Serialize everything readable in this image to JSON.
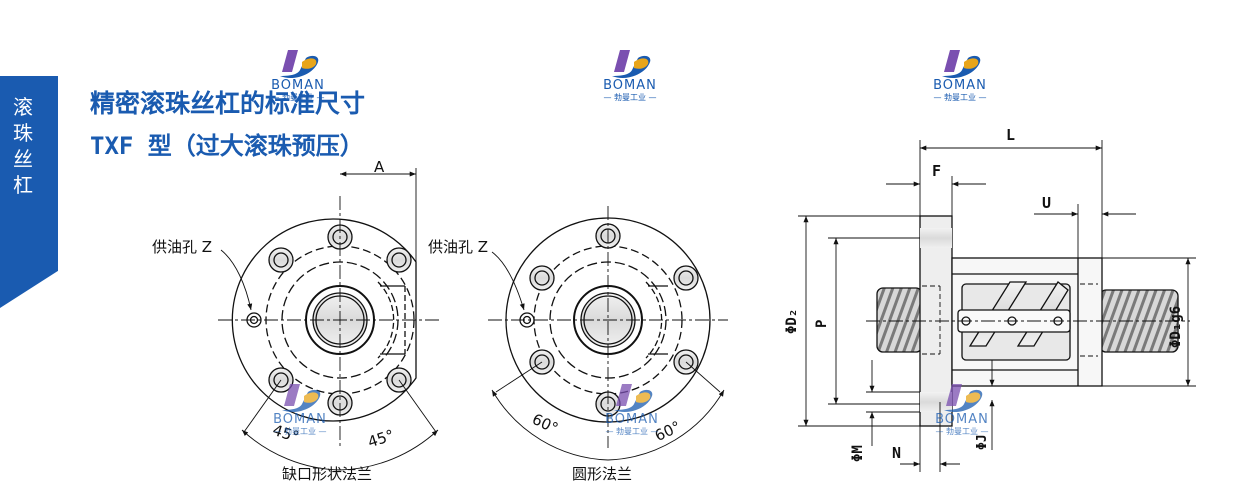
{
  "side_tab": {
    "chars": [
      "滚",
      "珠",
      "丝",
      "杠"
    ]
  },
  "title": {
    "line1": "精密滚珠丝杠的标准尺寸",
    "line2": "TXF 型（过大滚珠预压）"
  },
  "logo": {
    "text": "BOMAN",
    "sub": "— 勃曼工业 —"
  },
  "colors": {
    "brand_blue": "#1a5bb0",
    "logo_purple": "#7a4fb0",
    "logo_gold": "#e8a51a"
  },
  "drawing": {
    "flange_notched": {
      "dim_A": "A",
      "oil_hole": "供油孔 Z",
      "angle_left": "45°",
      "angle_right": "45°",
      "caption": "缺口形状法兰"
    },
    "flange_round": {
      "oil_hole": "供油孔 Z",
      "angle_left": "60°",
      "angle_right": "60°",
      "caption": "圆形法兰"
    },
    "side_view": {
      "dim_L": "L",
      "dim_F": "F",
      "dim_U": "U",
      "dim_D2": "ΦD₂",
      "dim_P": "P",
      "dim_D1": "ΦD₁g6",
      "dim_M": "ΦM",
      "dim_N": "N",
      "dim_J": "ΦJ"
    }
  }
}
